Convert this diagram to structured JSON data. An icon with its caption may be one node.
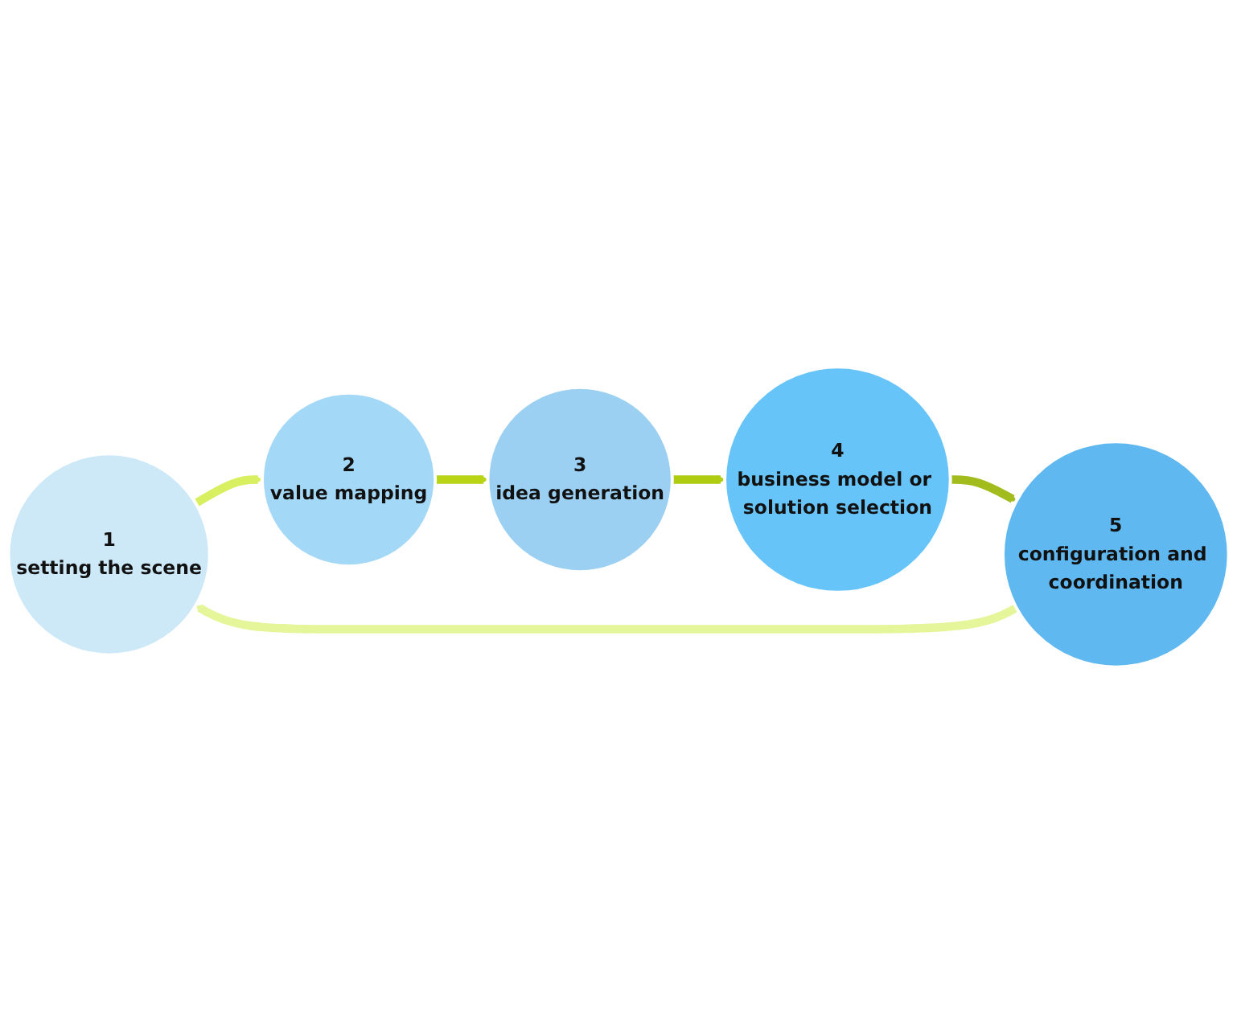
{
  "diagram": {
    "nodes": [
      {
        "text": [
          "1",
          "setting the scene"
        ]
      },
      {
        "text": [
          "2",
          "value mapping"
        ]
      },
      {
        "text": [
          "3",
          "idea generation"
        ]
      },
      {
        "text": [
          "4",
          "business model or solution selection"
        ]
      },
      {
        "text": [
          "5",
          "configuration and coordination"
        ]
      }
    ],
    "edges": [
      {
        "from": 0,
        "to": 1,
        "arrow": "to",
        "color": "#d8f060"
      },
      {
        "from": 1,
        "to": 2,
        "arrow": "to",
        "color": "#b8d414"
      },
      {
        "from": 2,
        "to": 3,
        "arrow": "to",
        "color": "#b0cc10"
      },
      {
        "from": 3,
        "to": 4,
        "arrow": "to",
        "color": "#a2bc1e"
      },
      {
        "from": 4,
        "to": 0,
        "arrow": "to",
        "color": "#e4f59a"
      }
    ]
  }
}
